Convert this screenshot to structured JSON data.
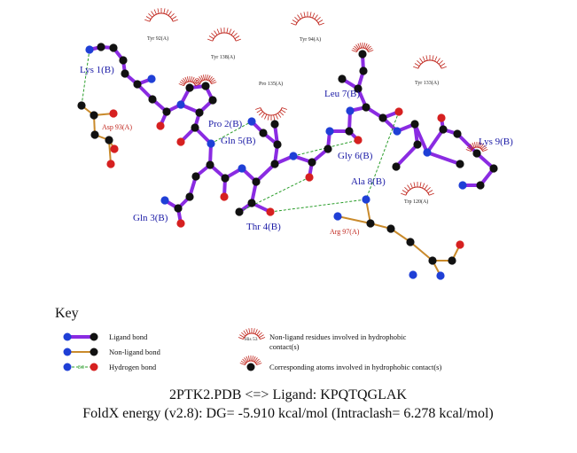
{
  "colors": {
    "ligand_bond": "#8a2be2",
    "nonligand_bond": "#c98a2b",
    "hbond": "#2a9d2a",
    "carbon": "#111111",
    "nitrogen": "#1f3fd6",
    "oxygen": "#d62020",
    "hydrophobic_arc": "#c0261d",
    "ligand_label": "#1a1aa6",
    "nonligand_label": "#c0261d"
  },
  "ligand_residue_labels": [
    "Lys 1(B)",
    "Pro 2(B)",
    "Gln 3(B)",
    "Thr 4(B)",
    "Gln 5(B)",
    "Gly 6(B)",
    "Leu 7(B)",
    "Ala 8(B)",
    "Lys 9(B)"
  ],
  "nonligand_residue_labels": [
    "Asp 93(A)",
    "Arg 97(A)"
  ],
  "hydrophobic_labels": [
    "Tyr 92(A)",
    "Tyr 138(A)",
    "Tyr 94(A)",
    "Pro 135(A)",
    "Tyr 133(A)",
    "Trp 120(A)"
  ],
  "key": {
    "title": "Key",
    "ligand_bond": "Ligand bond",
    "nonligand_bond": "Non-ligand bond",
    "hydrogen_bond": "Hydrogen bond",
    "hbond_distance": "3.0",
    "example_residue": "His 53",
    "hydrophobic_residues": "Non-ligand residues involved in hydrophobic contact(s)",
    "hydrophobic_atoms": "Corresponding atoms involved in hydrophobic contact(s)"
  },
  "footer": {
    "line1": "2PTK2.PDB <=> Ligand: KPQTQGLAK",
    "line2": "FoldX energy (v2.8): DG= -5.910 kcal/mol (Intraclash= 6.278 kcal/mol)"
  }
}
